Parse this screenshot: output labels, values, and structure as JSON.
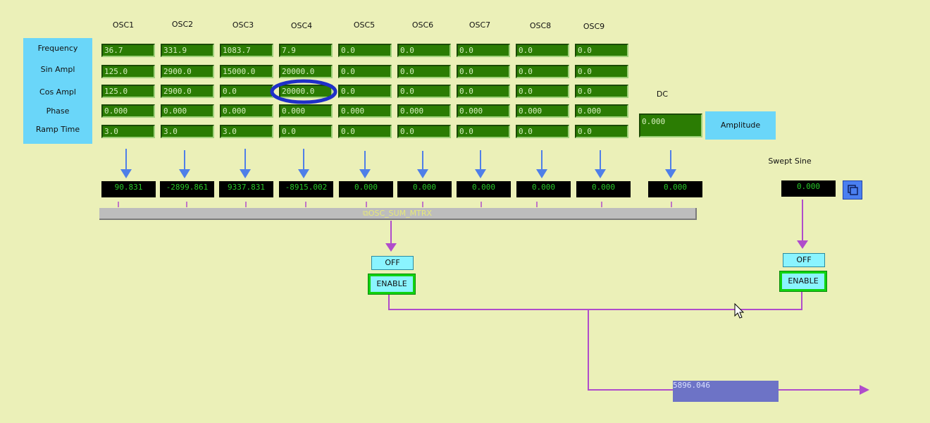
{
  "columns": [
    "OSC1",
    "OSC2",
    "OSC3",
    "OSC4",
    "OSC5",
    "OSC6",
    "OSC7",
    "OSC8",
    "OSC9"
  ],
  "dc_label": "DC",
  "row_labels": [
    "Frequency",
    "Sin Ampl",
    "Cos Ampl",
    "Phase",
    "Ramp Time"
  ],
  "grid": [
    [
      "36.7",
      "331.9",
      "1083.7",
      "7.9",
      "0.0",
      "0.0",
      "0.0",
      "0.0",
      "0.0"
    ],
    [
      "125.0",
      "2900.0",
      "15000.0",
      "20000.0",
      "0.0",
      "0.0",
      "0.0",
      "0.0",
      "0.0"
    ],
    [
      "125.0",
      "2900.0",
      "0.0",
      "20000.0",
      "0.0",
      "0.0",
      "0.0",
      "0.0",
      "0.0"
    ],
    [
      "0.000",
      "0.000",
      "0.000",
      "0.000",
      "0.000",
      "0.000",
      "0.000",
      "0.000",
      "0.000"
    ],
    [
      "3.0",
      "3.0",
      "3.0",
      "0.0",
      "0.0",
      "0.0",
      "0.0",
      "0.0",
      "0.0"
    ]
  ],
  "dc_value": "0.000",
  "amplitude_label": "Amplitude",
  "outputs": [
    "90.831",
    "-2899.861",
    "9337.831",
    "-8915.002",
    "0.000",
    "0.000",
    "0.000",
    "0.000",
    "0.000"
  ],
  "dc_output": "0.000",
  "swept_sine_label": "Swept Sine",
  "swept_sine_value": "0.000",
  "sum_matrix_label": "OSC_SUM_MTRX",
  "left_off_label": "OFF",
  "left_enable_label": "ENABLE",
  "right_off_label": "OFF",
  "right_enable_label": "ENABLE",
  "result_value": "5896.046",
  "colors": {
    "background": "#ebf0b8",
    "field": "#2b7c03",
    "label_panel": "#6ad6f9",
    "arrow_blue": "#4f7fe8",
    "wire_purple": "#b04ccb",
    "result_box": "#6d73c6",
    "highlight_circle": "#1f2fc8"
  },
  "icons": {
    "swept_sine_button": "window-stack-icon",
    "sum_matrix": "window-icon"
  }
}
